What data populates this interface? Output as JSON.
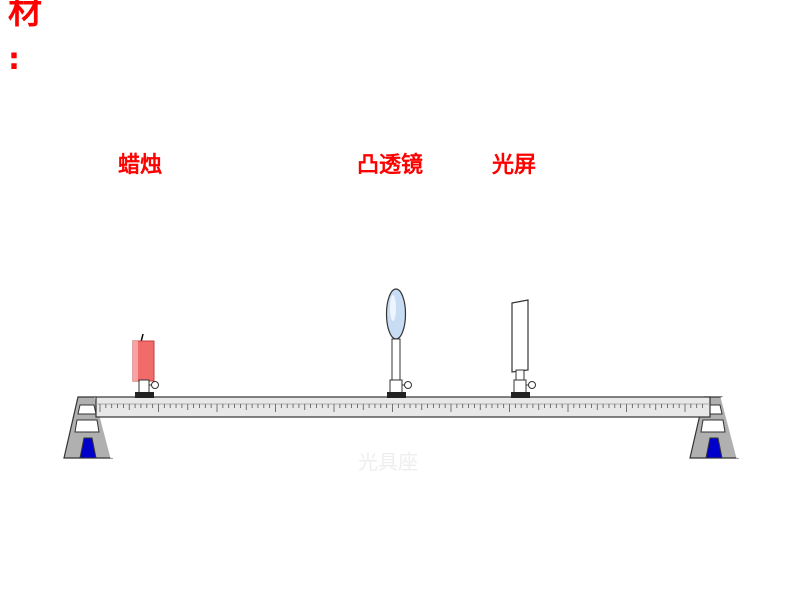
{
  "heading": {
    "char": "材",
    "colon": ":"
  },
  "labels": {
    "candle": "蜡烛",
    "lens": "凸透镜",
    "screen": "光屏"
  },
  "bench": {
    "name": "光具座"
  },
  "colors": {
    "label": "#ff0000",
    "candle": "#f26b6b",
    "stand_blue": "#0000cc",
    "rail": "#e8e8e8",
    "lens": "#c8dcf4"
  }
}
